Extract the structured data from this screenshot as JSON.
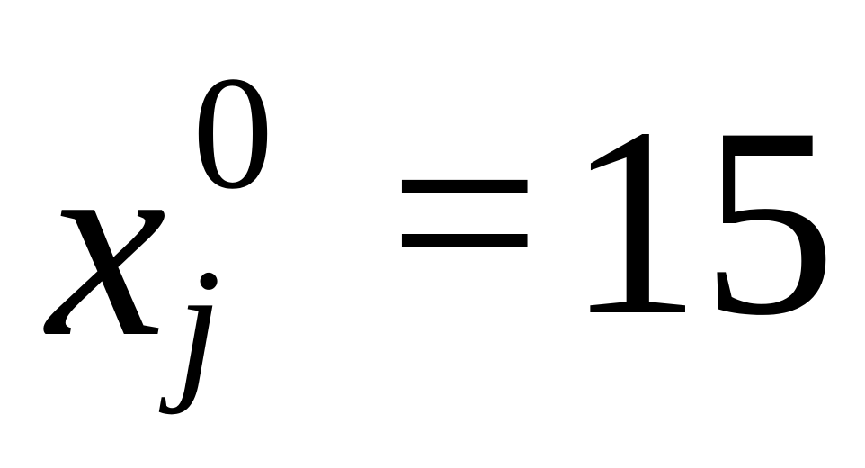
{
  "formula": {
    "variable": "x",
    "superscript": "0",
    "subscript": "j",
    "operator": "=",
    "value": "15"
  }
}
